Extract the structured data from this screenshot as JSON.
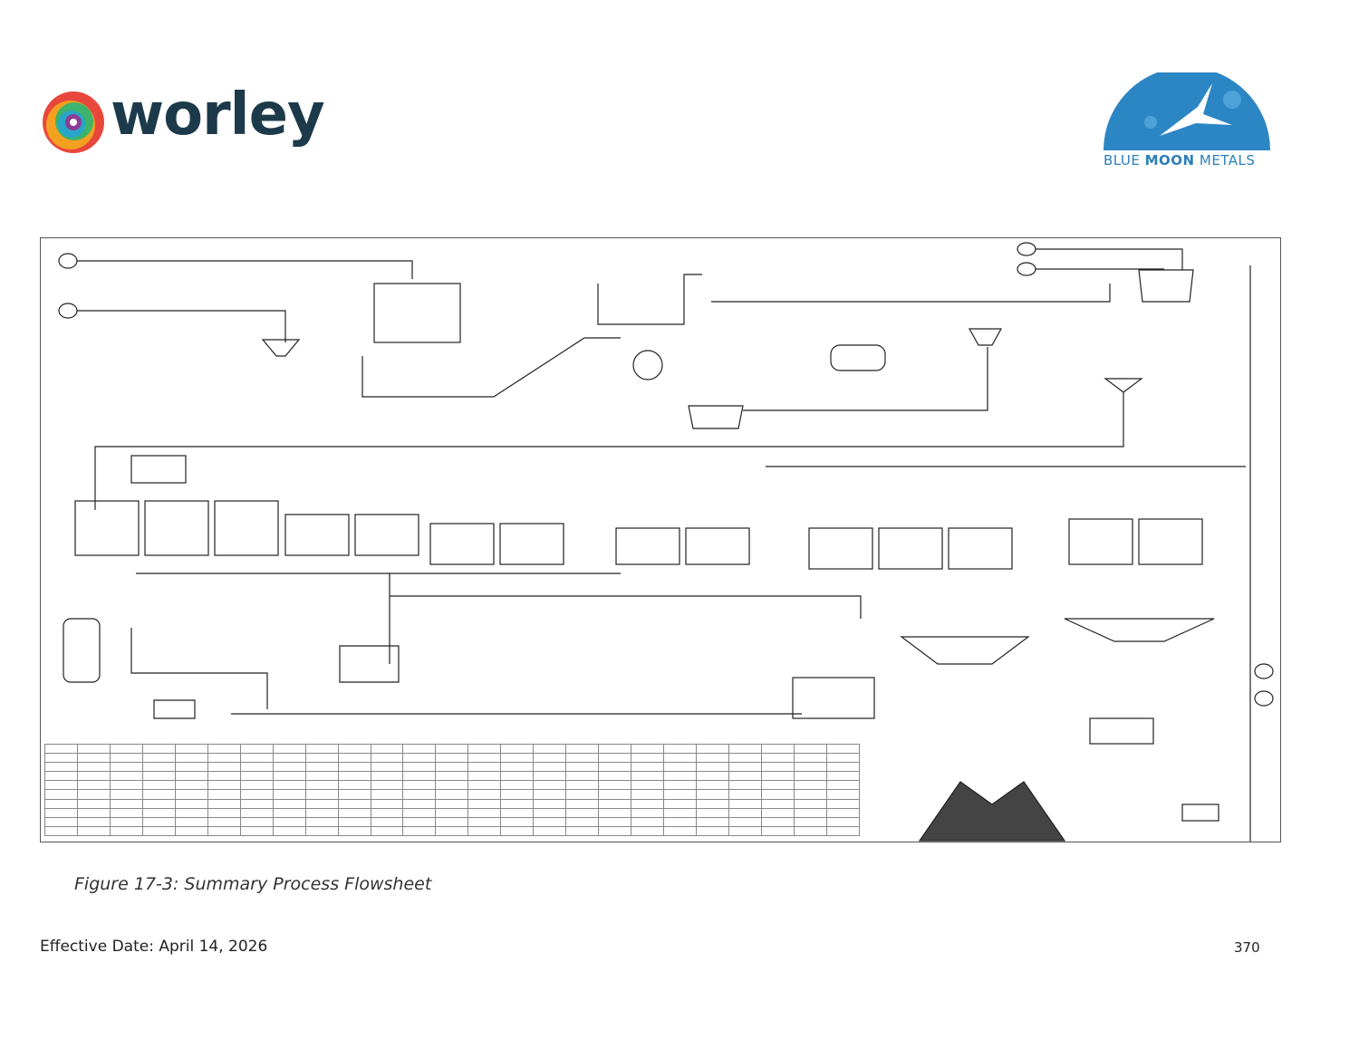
{
  "header": {
    "worley_logo_text": "worley",
    "bmm_logo_text_a": "BLUE ",
    "bmm_logo_text_b": "MOON",
    "bmm_logo_text_c": " METALS"
  },
  "figure": {
    "caption": "Figure 17-3: Summary Process Flowsheet"
  },
  "footer": {
    "effective_date": "Effective Date: April 14, 2026",
    "page_number": "370"
  },
  "colors": {
    "worley_navy": "#1d3a4a",
    "bmm_blue": "#2c7fb8",
    "line": "#222222"
  }
}
